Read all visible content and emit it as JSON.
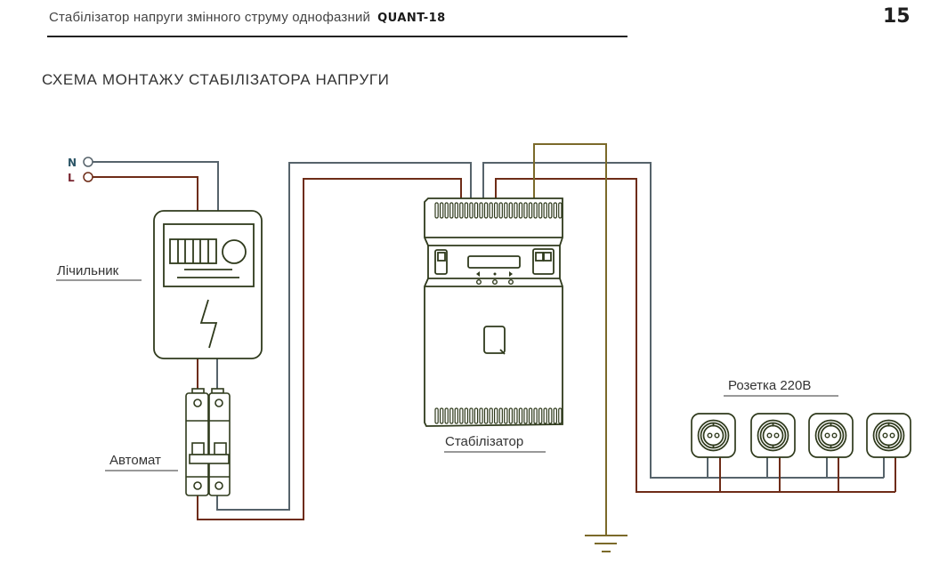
{
  "header": {
    "title": "Стабілізатор напруги змінного струму однофазний",
    "model": "QUANT-18",
    "page_number": "15"
  },
  "section_title": "СХЕМА МОНТАЖУ СТАБІЛІЗАТОРА НАПРУГИ",
  "diagram": {
    "terminals": {
      "neutral": "N",
      "line": "L"
    },
    "labels": {
      "meter": "Лічильник",
      "breaker": "Автомат",
      "stabilizer": "Стабілізатор",
      "sockets": "Розетка 220В"
    },
    "socket_count": 4,
    "colors": {
      "neutral_wire": "#56636b",
      "line_wire": "#6e2c17",
      "ground_wire": "#7b6a2a",
      "device_outline": "#2f3a1c",
      "neutral_label": "#2b5566",
      "line_label": "#7a2631"
    }
  }
}
